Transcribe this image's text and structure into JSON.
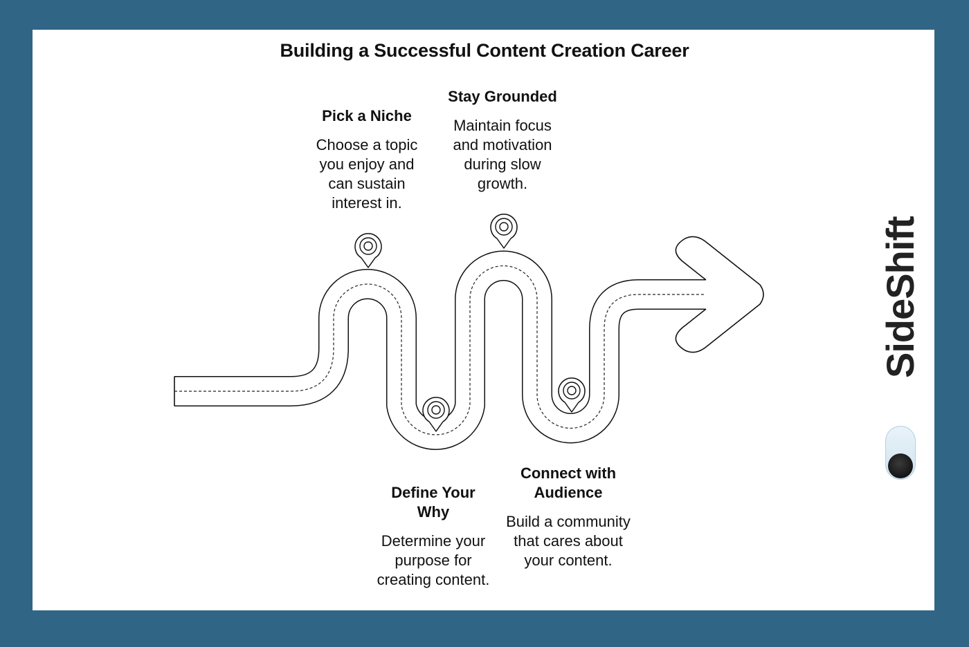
{
  "title": "Building a Successful Content Creation Career",
  "steps": [
    {
      "heading": "Pick a Niche",
      "description": "Choose a topic you enjoy and can sustain interest in."
    },
    {
      "heading": "Define Your Why",
      "description": "Determine your purpose for creating content."
    },
    {
      "heading": "Stay Grounded",
      "description": "Maintain focus and motivation during slow growth."
    },
    {
      "heading": "Connect with Audience",
      "description": "Build a community that cares about your content."
    }
  ],
  "brand": {
    "name": "SideShift"
  },
  "colors": {
    "frame": "#316585",
    "card": "#ffffff",
    "ink": "#111111"
  },
  "icons": {
    "milestone": "location-pin-icon",
    "direction": "arrow-right-icon"
  }
}
